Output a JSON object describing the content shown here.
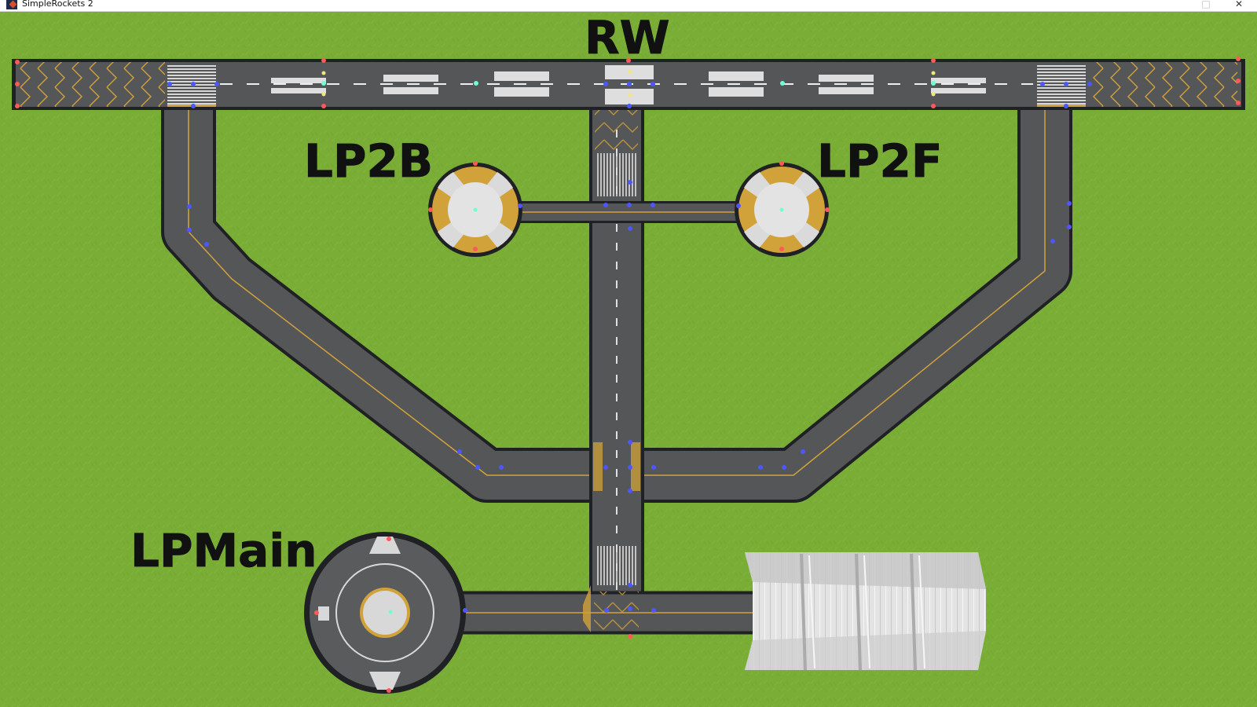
{
  "window": {
    "title": "SimpleRockets 2",
    "maximize_glyph": "□",
    "close_glyph": "✕"
  },
  "map": {
    "labels": {
      "runway": "RW",
      "pad_left": "LP2B",
      "pad_right": "LP2F",
      "pad_main": "LPMain"
    }
  },
  "colors": {
    "grass": "#79ad35",
    "asphalt": "#555658",
    "edge": "#202124",
    "yellow": "#d2a23a",
    "concrete": "#e4e4e4",
    "node_blue": "#4e57ff",
    "node_red": "#ff5959"
  },
  "icons": {
    "app": "simplerockets-app-icon",
    "maximize": "maximize-icon",
    "close": "close-icon"
  }
}
